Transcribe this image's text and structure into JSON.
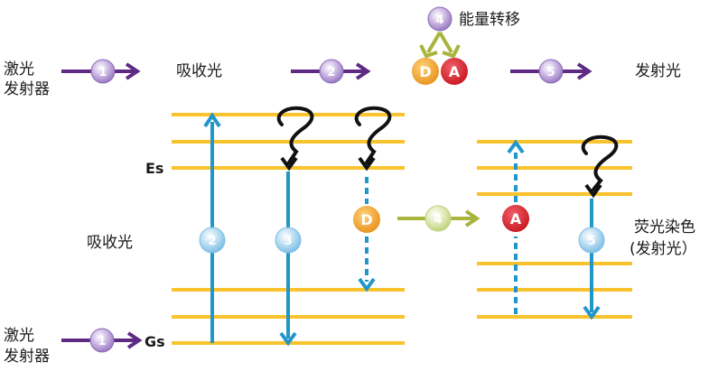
{
  "labels": {
    "laser_top": [
      "激光",
      "发射器"
    ],
    "laser_bottom": [
      "激光",
      "发射器"
    ],
    "absorbed_light_top": "吸收光",
    "absorbed_light_side": "吸收光",
    "energy_transfer": "能量转移",
    "emitted_light": "发射光",
    "fluorescent_dye": [
      "荧光染色",
      "(发射光）"
    ],
    "es": "Es",
    "gs": "Gs"
  },
  "steps": {
    "s1": "1",
    "s2": "2",
    "s3": "3",
    "s4": "4",
    "s5": "5"
  },
  "molecules": {
    "donor": "D",
    "acceptor": "A"
  },
  "colors": {
    "level_line": "#F8C32C",
    "arrow_blue": "#2196C9",
    "arrow_purple": "#5E2A84",
    "arrow_olive": "#A8B43C",
    "donor_orange": "#F0A020",
    "acceptor_red": "#D0202C",
    "purple_circle": "#B49AD2",
    "blue_circle": "#A8D4EE",
    "green_circle": "#D4E2A4",
    "wavy_black": "#111111"
  }
}
